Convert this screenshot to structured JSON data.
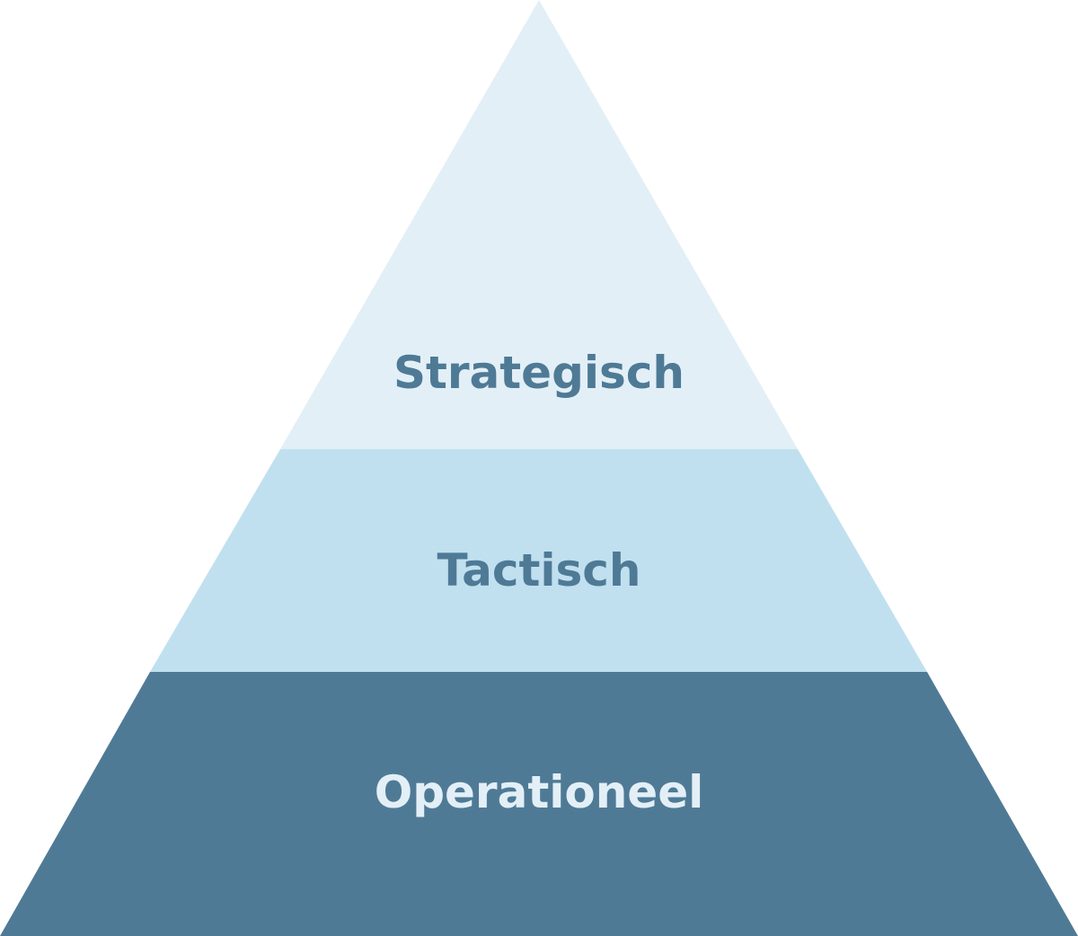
{
  "pyramid": {
    "levels": [
      {
        "label": "Strategisch",
        "fill": "#e3eff6",
        "text_color": "#4e7a96"
      },
      {
        "label": "Tactisch",
        "fill": "#c1e0ef",
        "text_color": "#4e7a96"
      },
      {
        "label": "Operationeel",
        "fill": "#4f7a96",
        "text_color": "#e3eff6"
      }
    ]
  }
}
